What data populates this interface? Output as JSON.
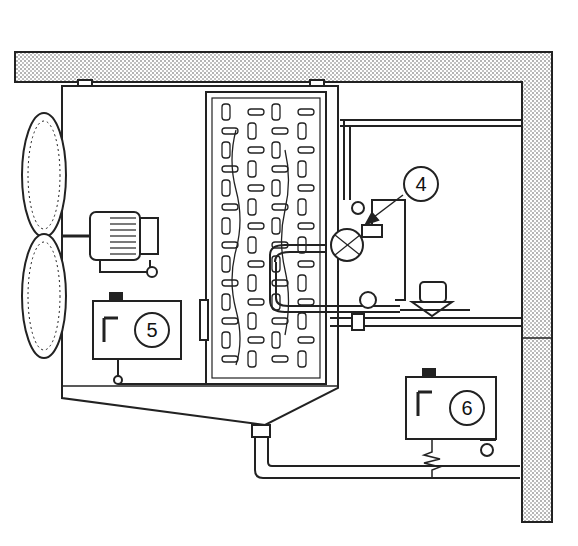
{
  "diagram": {
    "nodes": [
      {
        "text": [
          "5"
        ]
      },
      {
        "text": [
          "6"
        ]
      }
    ],
    "labels": [
      "4"
    ]
  }
}
